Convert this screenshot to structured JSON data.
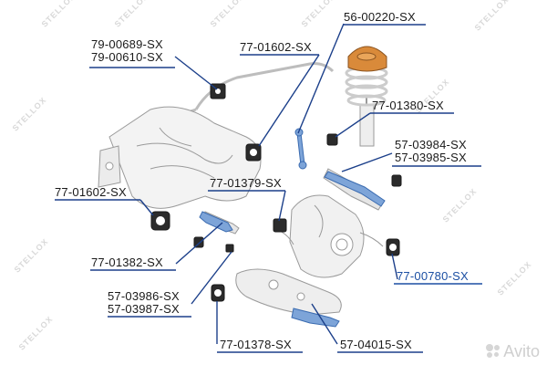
{
  "labels": [
    {
      "lines": [
        "79-00689-SX",
        "79-00610-SX"
      ],
      "highlight": false
    },
    {
      "lines": [
        "77-01602-SX"
      ],
      "highlight": false
    },
    {
      "lines": [
        "56-00220-SX"
      ],
      "highlight": false
    },
    {
      "lines": [
        "77-01380-SX"
      ],
      "highlight": false
    },
    {
      "lines": [
        "57-03984-SX",
        "57-03985-SX"
      ],
      "highlight": false
    },
    {
      "lines": [
        "77-01602-SX"
      ],
      "highlight": false
    },
    {
      "lines": [
        "77-01379-SX"
      ],
      "highlight": false
    },
    {
      "lines": [
        "77-01382-SX"
      ],
      "highlight": false
    },
    {
      "lines": [
        "77-00780-SX"
      ],
      "highlight": true
    },
    {
      "lines": [
        "57-03986-SX",
        "57-03987-SX"
      ],
      "highlight": false
    },
    {
      "lines": [
        "77-01378-SX"
      ],
      "highlight": false
    },
    {
      "lines": [
        "57-04015-SX"
      ],
      "highlight": false
    }
  ],
  "watermark": "STELLOX",
  "avito": "Avito",
  "colors": {
    "label_text": "#1a1a1a",
    "highlight_text": "#1b4fa3",
    "leader_line": "#1b3f8a",
    "spring": "#d98a3a",
    "part_dark": "#2b2b2b",
    "part_blue": "#7da4d8"
  }
}
